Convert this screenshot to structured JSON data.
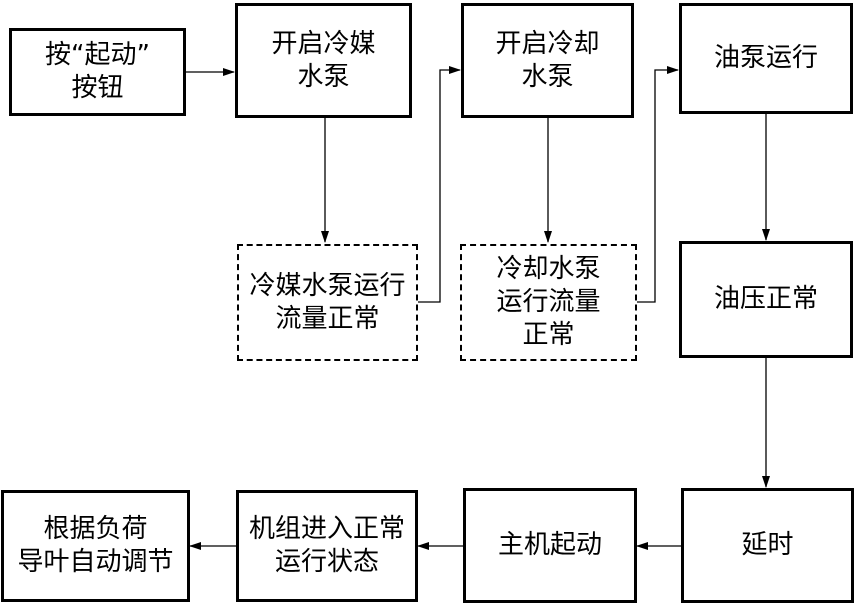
{
  "flowchart": {
    "nodes": [
      {
        "id": "start-button",
        "text": "按“起动”\n按钮",
        "style": "solid"
      },
      {
        "id": "coolant-pump-on",
        "text": "开启冷媒\n水泵",
        "style": "solid"
      },
      {
        "id": "cooling-pump-on",
        "text": "开启冷却\n水泵",
        "style": "solid"
      },
      {
        "id": "oil-pump-run",
        "text": "油泵运行",
        "style": "solid"
      },
      {
        "id": "coolant-flow-ok",
        "text": "冷媒水泵运行\n流量正常",
        "style": "dashed"
      },
      {
        "id": "cooling-flow-ok",
        "text": "冷却水泵\n运行流量\n正常",
        "style": "dashed"
      },
      {
        "id": "oil-pressure-ok",
        "text": "油压正常",
        "style": "solid"
      },
      {
        "id": "delay",
        "text": "延时",
        "style": "solid"
      },
      {
        "id": "main-start",
        "text": "主机起动",
        "style": "solid"
      },
      {
        "id": "unit-normal",
        "text": "机组进入正常\n运行状态",
        "style": "solid"
      },
      {
        "id": "guide-vane",
        "text": "根据负荷\n导叶自动调节",
        "style": "solid"
      }
    ],
    "edges": [
      {
        "from": "start-button",
        "to": "coolant-pump-on"
      },
      {
        "from": "coolant-pump-on",
        "to": "coolant-flow-ok"
      },
      {
        "from": "coolant-flow-ok",
        "to": "cooling-pump-on"
      },
      {
        "from": "cooling-pump-on",
        "to": "cooling-flow-ok"
      },
      {
        "from": "cooling-flow-ok",
        "to": "oil-pump-run"
      },
      {
        "from": "oil-pump-run",
        "to": "oil-pressure-ok"
      },
      {
        "from": "oil-pressure-ok",
        "to": "delay"
      },
      {
        "from": "delay",
        "to": "main-start"
      },
      {
        "from": "main-start",
        "to": "unit-normal"
      },
      {
        "from": "unit-normal",
        "to": "guide-vane"
      }
    ]
  }
}
